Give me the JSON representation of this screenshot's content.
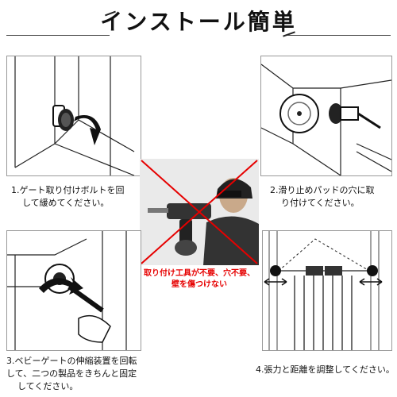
{
  "title": "インストール簡単",
  "steps": [
    {
      "text_line1": "1.ゲート取り付けボルトを回",
      "text_line2": "して緩めてください。",
      "icon": "rotate-arrow-icon"
    },
    {
      "text_line1": "2.滑り止めパッドの穴に取",
      "text_line2": "り付けてください。",
      "icon": "pad-icon"
    },
    {
      "text_line1": "3.ベビーゲートの伸縮装置を回転",
      "text_line2": "して、二つの製品をきちんと固定",
      "text_line3": "してください。",
      "icon": "rotate-arrow-icon"
    },
    {
      "text_line1": "4.張力と距離を調整してください。",
      "icon": "distance-arrow-icon"
    }
  ],
  "center": {
    "caption_line1": "取り付け工具が不要、穴不要、",
    "caption_line2": "壁を傷つけない",
    "icon": "no-drill-icon"
  },
  "colors": {
    "warning": "#e60000",
    "line": "#222222"
  }
}
